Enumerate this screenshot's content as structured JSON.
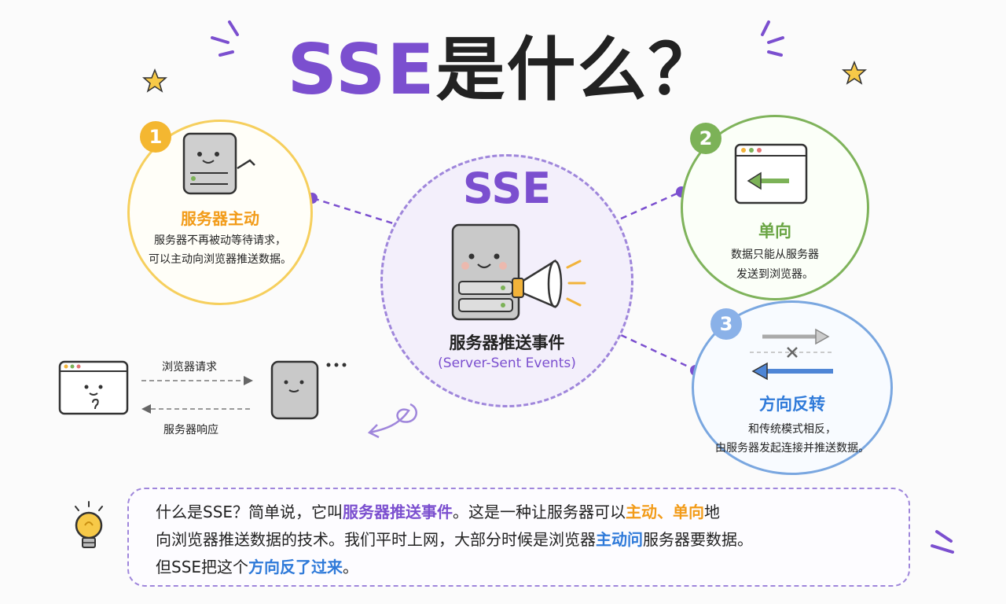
{
  "title": {
    "part1": "SSE",
    "part2": "是什么？"
  },
  "center": {
    "label": "SSE",
    "name": "服务器推送事件",
    "english": "(Server-Sent Events)"
  },
  "cards": [
    {
      "number": "1",
      "title": "服务器主动",
      "desc_line1": "服务器不再被动等待请求，",
      "desc_line2": "可以主动向浏览器推送数据。"
    },
    {
      "number": "2",
      "title": "单向",
      "desc_line1": "数据只能从服务器",
      "desc_line2": "发送到浏览器。"
    },
    {
      "number": "3",
      "title": "方向反转",
      "desc_line1": "和传统模式相反，",
      "desc_line2": "由服务器发起连接并推送数据。"
    }
  ],
  "traditional": {
    "request_label": "浏览器请求",
    "response_label": "服务器响应"
  },
  "summary": {
    "l1_a": "什么是SSE？简单说，它叫",
    "l1_b": "服务器推送事件",
    "l1_c": "。这是一种让服务器可以",
    "l1_d": "主动、单向",
    "l1_e": "地",
    "l2_a": "向浏览器推送数据的技术。我们平时上网，大部分时候是浏览器",
    "l2_b": "主动问",
    "l2_c": "服务器要数据。",
    "l3_a": "但SSE把这个",
    "l3_b": "方向反了过来",
    "l3_c": "。"
  },
  "colors": {
    "purple": "#7b4fcf",
    "yellow": "#f4b731",
    "green": "#7cb257",
    "blue": "#8ab1e8",
    "orange": "#f29b18"
  }
}
